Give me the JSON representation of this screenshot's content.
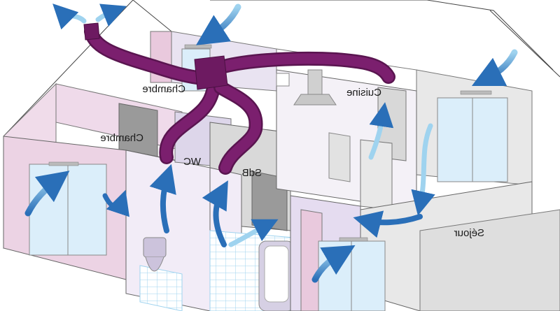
{
  "labels": {
    "chambre_1": "Chambre",
    "chambre_2": "Chambre",
    "cuisine": "Cuisine",
    "wc": "WC",
    "sdb": "SdB",
    "sejour": "Séjour"
  },
  "colors": {
    "duct": "#7b1f6e",
    "duct_dark": "#5a1550",
    "airflow_arrow": "#2a6fb8",
    "airflow_light": "#9fd3ef",
    "wall_pink": "#e9c9dd",
    "wall_lavender": "#ddd6ea",
    "wall_grey": "#d9d9d9",
    "window_glass": "#dbeefa",
    "partition_dark": "#9a9a9a"
  },
  "icons": [
    "ventilation-unit",
    "exhaust-duct",
    "airflow-arrow",
    "window",
    "toilet",
    "bathtub",
    "range-hood",
    "door"
  ]
}
